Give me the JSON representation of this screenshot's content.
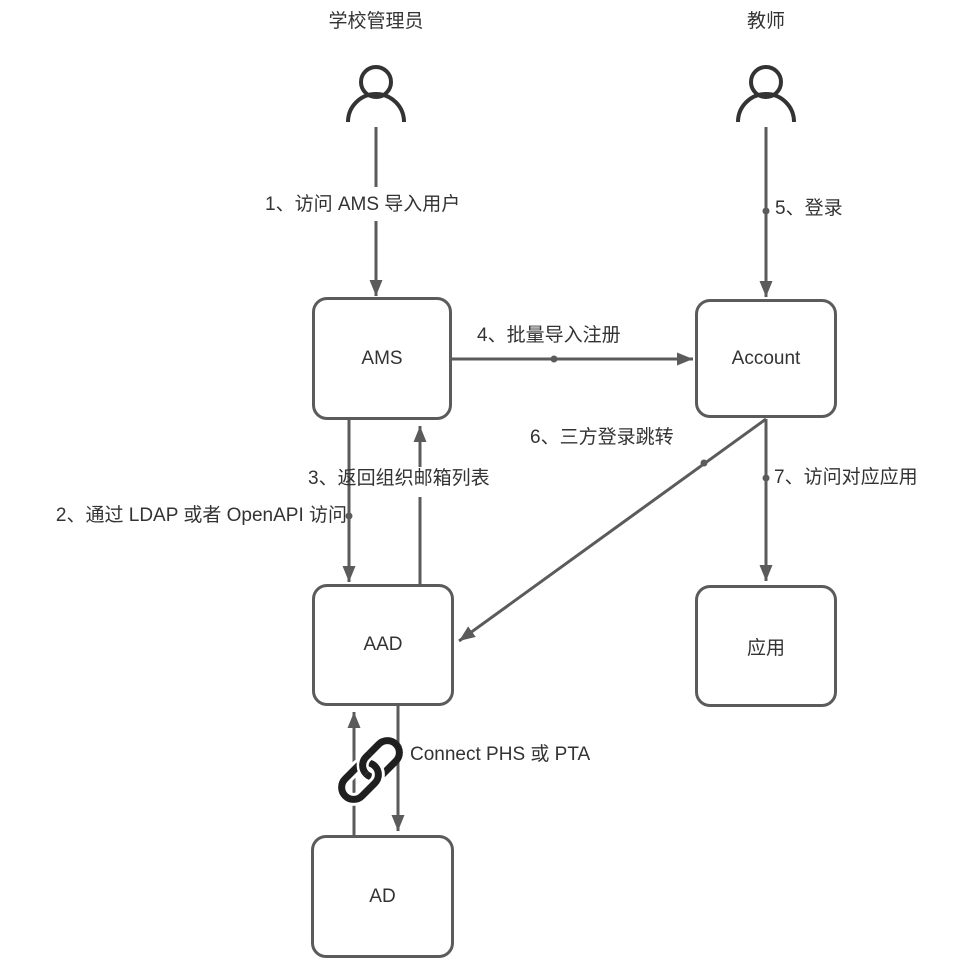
{
  "colors": {
    "line": "#5b5b5b",
    "text": "#333333",
    "chain": "#1f1f1f"
  },
  "diagram": {
    "actors": [
      {
        "name": "学校管理员"
      },
      {
        "name": "教师"
      }
    ],
    "nodes": [
      {
        "label": "AMS"
      },
      {
        "label": "Account"
      },
      {
        "label": "AAD"
      },
      {
        "label": "应用"
      },
      {
        "label": "AD"
      }
    ],
    "edges": [
      {
        "label": "1、访问 AMS 导入用户",
        "from": "学校管理员",
        "to": "AMS"
      },
      {
        "label": "2、通过 LDAP 或者 OpenAPI 访问",
        "from": "AMS",
        "to": "AAD"
      },
      {
        "label": "3、返回组织邮箱列表",
        "from": "AAD",
        "to": "AMS"
      },
      {
        "label": "4、批量导入注册",
        "from": "AMS",
        "to": "Account"
      },
      {
        "label": "5、登录",
        "from": "教师",
        "to": "Account"
      },
      {
        "label": "6、三方登录跳转",
        "from": "Account",
        "to": "AAD"
      },
      {
        "label": "7、访问对应应用",
        "from": "Account",
        "to": "应用"
      },
      {
        "label": "Connect PHS 或 PTA",
        "from": "AAD",
        "to": "AD"
      }
    ]
  }
}
